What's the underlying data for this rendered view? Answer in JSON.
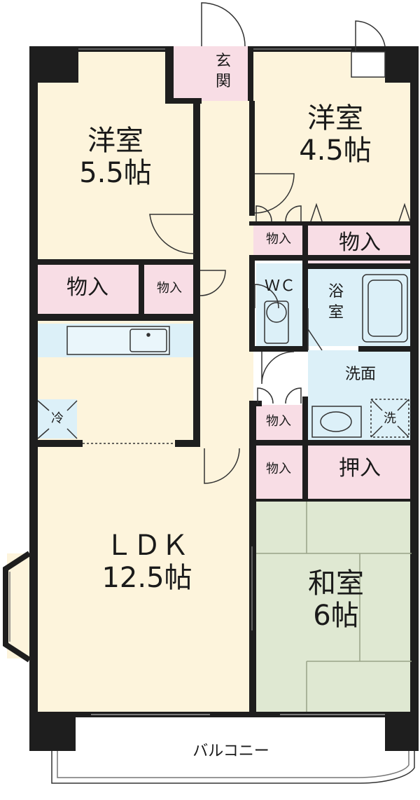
{
  "floorplan": {
    "rooms": {
      "western_a": {
        "name": "洋室",
        "size": "5.5帖"
      },
      "western_b": {
        "name": "洋室",
        "size": "4.5帖"
      },
      "ldk": {
        "name": "ＬＤＫ",
        "size": "12.5帖"
      },
      "japanese": {
        "name": "和室",
        "size": "6帖"
      }
    },
    "labels": {
      "entrance": "玄関",
      "closet": "物入",
      "wc": "ＷＣ",
      "bath": "浴室",
      "washroom": "洗面",
      "fridge": "冷",
      "washer": "洗",
      "oshiire": "押入",
      "balcony": "バルコニー"
    },
    "colors": {
      "room": "#fdf4dc",
      "closet": "#f8dde5",
      "wet_area": "#dcf0f8",
      "tatami": "#dfe8d2",
      "wall": "#1e1e1e"
    }
  }
}
